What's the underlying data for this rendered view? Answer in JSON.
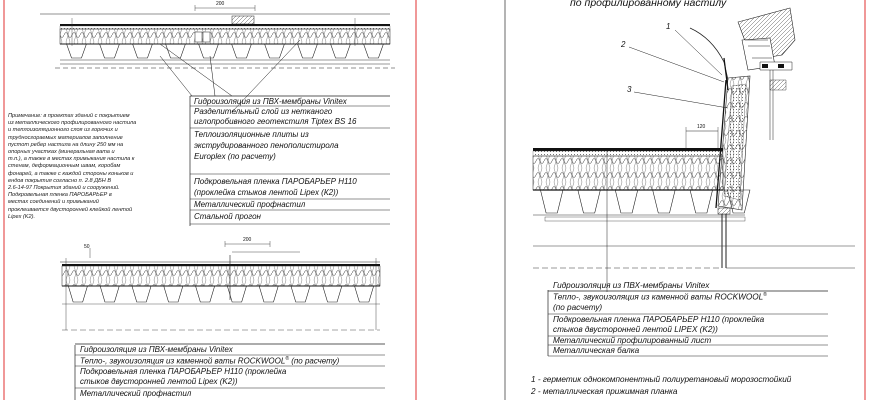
{
  "right_panel": {
    "title": "по профилированному настилу",
    "callouts": [
      "1",
      "2",
      "3"
    ],
    "dimension": "120",
    "layers": [
      "Гидроизоляция из ПВХ-мембраны  Vinitex",
      "Тепло-, звукоизоляция из каменной ваты  ROCKWOOL",
      "(по расчету)",
      "Подкровельная пленка ПАРОБАРЬЕР Н110 (проклейка",
      "стыков двусторонней лентой LIPEX (K2))",
      "Металлический профилированный лист",
      "Металлическая балка"
    ],
    "registered_mark": "®",
    "legend": [
      "1 - герметик однокомпонентный полиуретановый морозостойкий",
      "2 - металлическая прижимная планка"
    ]
  },
  "left_top": {
    "layers": [
      "Гидроизоляция из ПВХ-мембраны  Vinitex",
      "Разделительный слой из нетканого",
      "иглопробивного геотекстиля  Tiptex BS 16",
      "Теплоизоляционные плиты из",
      "экструдированного пенополистирола",
      "Europlex  (по расчету)",
      "Подкровельная пленка ПАРОБАРЬЕР Н110",
      "(проклейка стыков лентой Lipex (К2))",
      "Металлический профнастил",
      "Стальной прогон"
    ],
    "note": [
      "Примечание:  в проектах зданий с покрытием",
      "из металлического профилированного настила",
      "и теплоизоляционного слоя из горючих и",
      "трудносгораемых материалов заполнение",
      "пустот ребер настила на длину 250 мм на",
      "опорных участках (минеральная вата и",
      "т.п.), а также в местах примыкания настила к",
      "стенам, деформационным швам, коробам",
      "фонарей, а также с каждой стороны коньков и",
      "ендов покрытия согласно п. 2.8 ДБН В",
      "2.6-14-97 Покрытия зданий и сооружений.",
      "         Подкровельная пленка ПАРОБАРЬЕР в",
      "местах соединений и примыканий",
      "проклеивается двусторонней клейкой лентой",
      "Lipex (K2)."
    ],
    "dimension": "200"
  },
  "left_bottom": {
    "layers": [
      "Гидроизоляция из ПВХ-мембраны  Vinitex",
      "Тепло-, звукоизоляция из каменной ваты  ROCKWOOL",
      "(по расчету)",
      "Подкровельная пленка ПАРОБАРЬЕР Н110 (проклейка",
      "стыков двусторонней лентой Lipex (K2))",
      "Металлический профнастил"
    ],
    "registered_mark": "®",
    "dimensions": [
      "50",
      "200"
    ]
  }
}
